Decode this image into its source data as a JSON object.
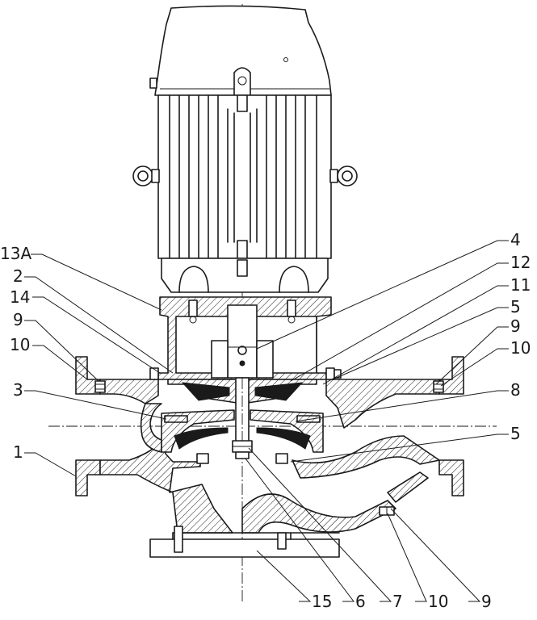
{
  "figure": {
    "callouts_left": [
      {
        "id": "13a",
        "text": "13A"
      },
      {
        "id": "2",
        "text": "2"
      },
      {
        "id": "14",
        "text": "14"
      },
      {
        "id": "9",
        "text": "9"
      },
      {
        "id": "10",
        "text": "10"
      },
      {
        "id": "3",
        "text": "3"
      },
      {
        "id": "1",
        "text": "1"
      }
    ],
    "callouts_right": [
      {
        "id": "4",
        "text": "4"
      },
      {
        "id": "12",
        "text": "12"
      },
      {
        "id": "11",
        "text": "11"
      },
      {
        "id": "5a",
        "text": "5"
      },
      {
        "id": "9",
        "text": "9"
      },
      {
        "id": "10",
        "text": "10"
      },
      {
        "id": "8",
        "text": "8"
      },
      {
        "id": "5b",
        "text": "5"
      }
    ],
    "callouts_bottom": [
      {
        "id": "15",
        "text": "15"
      },
      {
        "id": "6",
        "text": "6"
      },
      {
        "id": "7",
        "text": "7"
      },
      {
        "id": "10",
        "text": "10"
      },
      {
        "id": "9",
        "text": "9"
      }
    ],
    "colors": {
      "line": "#1a1a1a",
      "background": "#ffffff"
    }
  }
}
